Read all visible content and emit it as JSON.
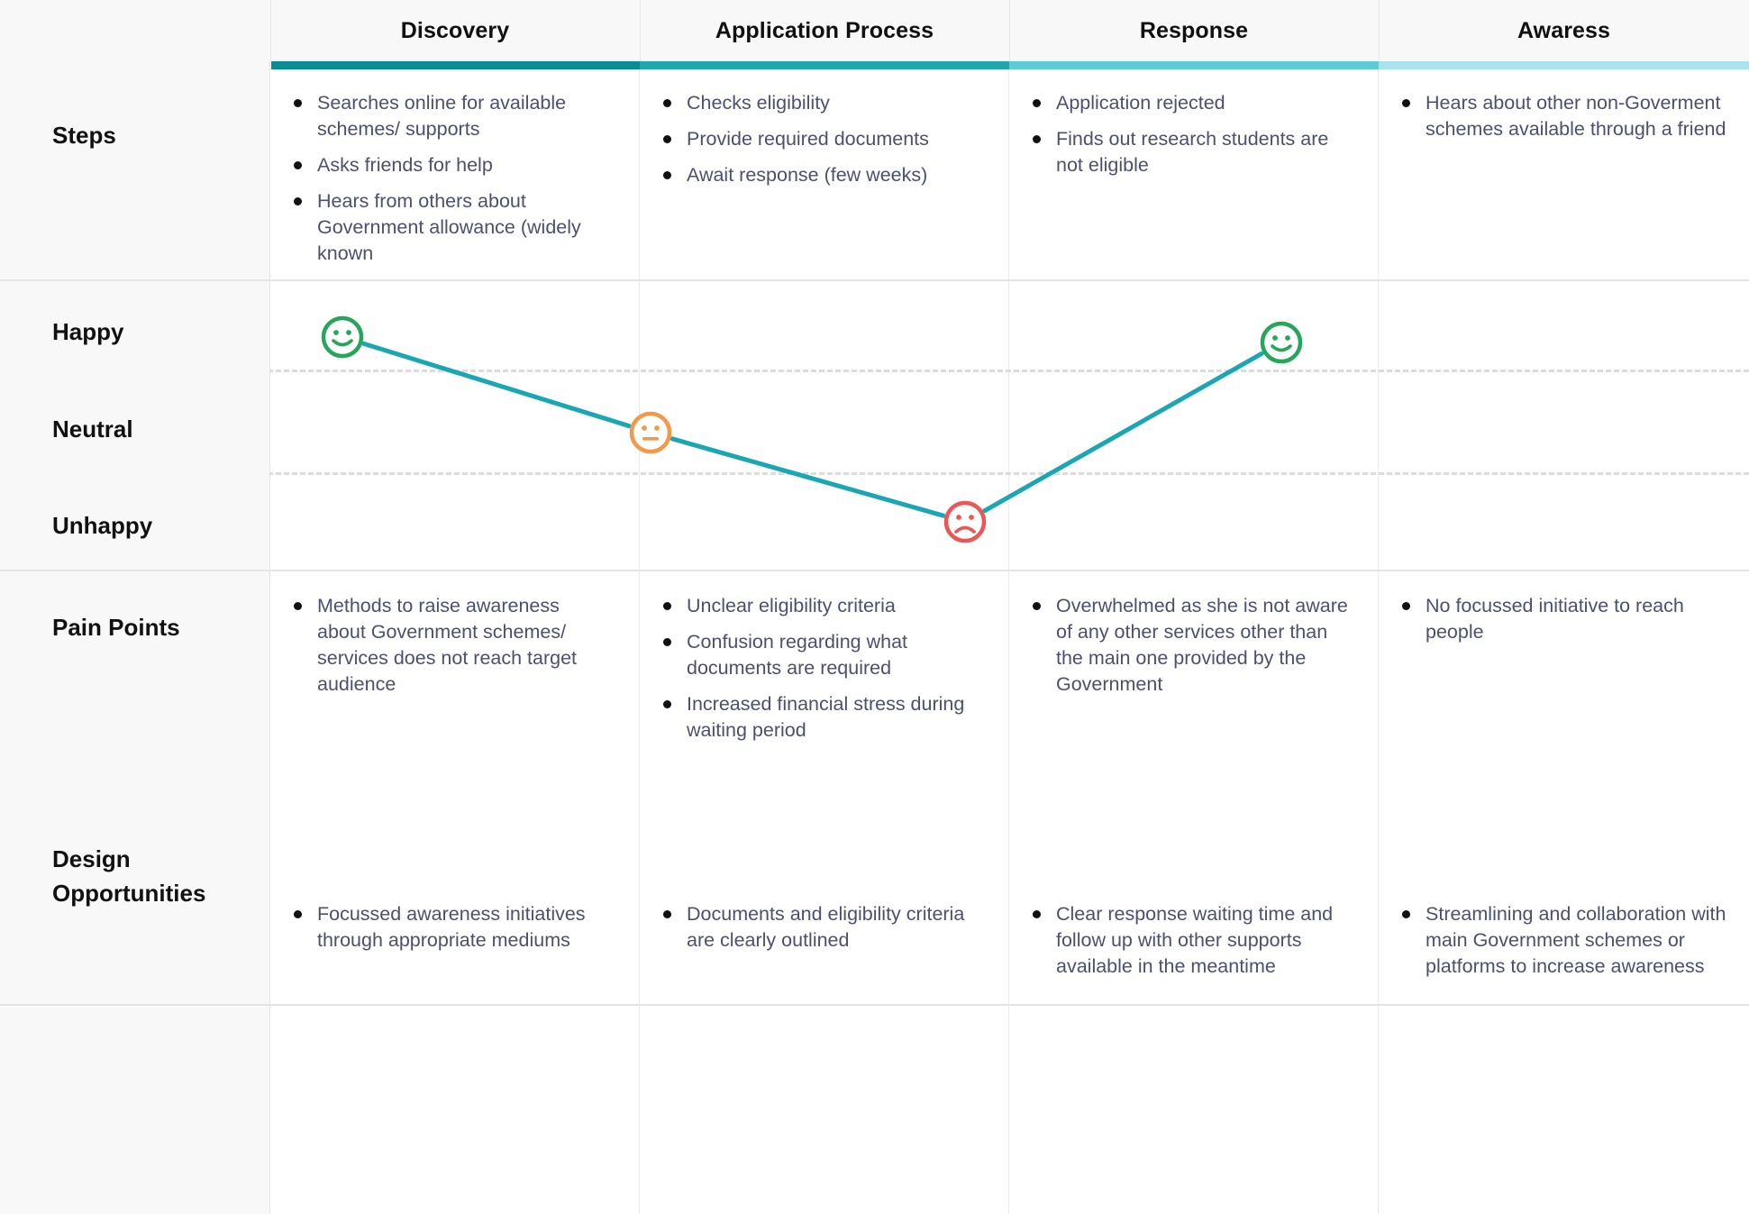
{
  "meta": {
    "title": "User Journey Map",
    "accent_colors": [
      "#0a8c94",
      "#20a7ae",
      "#5ccbd6",
      "#a9e4ec"
    ],
    "line_color": "#1aa6b3",
    "happy_color": "#26a65b",
    "neutral_color": "#f2994a",
    "unhappy_color": "#eb5757",
    "text_color": "#4c5070",
    "label_color": "#111111"
  },
  "stages": [
    {
      "label": "Discovery"
    },
    {
      "label": "Application Process"
    },
    {
      "label": "Response"
    },
    {
      "label": "Awaress"
    }
  ],
  "rows": {
    "steps": {
      "label": "Steps"
    },
    "happy": {
      "label": "Happy"
    },
    "neutral": {
      "label": "Neutral"
    },
    "unhappy": {
      "label": "Unhappy"
    },
    "pain_points": {
      "label": "Pain Points"
    },
    "design_opportunities": {
      "label": "Design\nOpportunities"
    },
    "design_opportunities_line1": "Design",
    "design_opportunities_line2": "Opportunities"
  },
  "steps": [
    [
      "Searches online for available schemes/ supports",
      "Asks friends for help",
      "Hears from others about Government allowance (widely known"
    ],
    [
      "Checks eligibility",
      "Provide required documents",
      "Await response (few weeks)"
    ],
    [
      "Application rejected",
      "Finds out research students are not eligible"
    ],
    [
      "Hears about other non-Goverment schemes available through a friend"
    ]
  ],
  "pain_points": [
    [
      "Methods to raise awareness about Government schemes/ services does not reach target audience"
    ],
    [
      "Unclear eligibility criteria",
      "Confusion regarding what documents are required",
      "Increased financial stress during waiting period"
    ],
    [
      "Overwhelmed as she is not aware of any other services other than the main one provided by the Government"
    ],
    [
      "No focussed initiative to reach people"
    ]
  ],
  "design_opportunities": [
    [
      "Focussed awareness initiatives through appropriate mediums"
    ],
    [
      "Documents and eligibility criteria are clearly outlined"
    ],
    [
      "Clear response waiting time and follow up with other supports available in the meantime"
    ],
    [
      "Streamlining and collaboration with main Government schemes or platforms to increase awareness"
    ]
  ],
  "chart_data": {
    "type": "line",
    "title": "Emotional journey",
    "categories": [
      "Discovery",
      "Application Process",
      "Response",
      "Awaress"
    ],
    "y_levels": [
      "Happy",
      "Neutral",
      "Unhappy"
    ],
    "values": [
      "Happy",
      "Neutral",
      "Unhappy",
      "Happy"
    ],
    "numeric_values": [
      3,
      2,
      1,
      3
    ],
    "ylim": [
      1,
      3
    ],
    "grid": "dashed-horizontal",
    "legend": "none",
    "points": [
      {
        "stage": "Discovery",
        "sentiment": "Happy",
        "color": "#26a65b",
        "x": 380,
        "y": 63
      },
      {
        "stage": "Application Process",
        "sentiment": "Neutral",
        "color": "#f2994a",
        "x": 722,
        "y": 169
      },
      {
        "stage": "Response",
        "sentiment": "Unhappy",
        "color": "#eb5757",
        "x": 1071,
        "y": 268
      },
      {
        "stage": "Awaress",
        "sentiment": "Happy",
        "color": "#26a65b",
        "x": 1422,
        "y": 69
      }
    ]
  }
}
